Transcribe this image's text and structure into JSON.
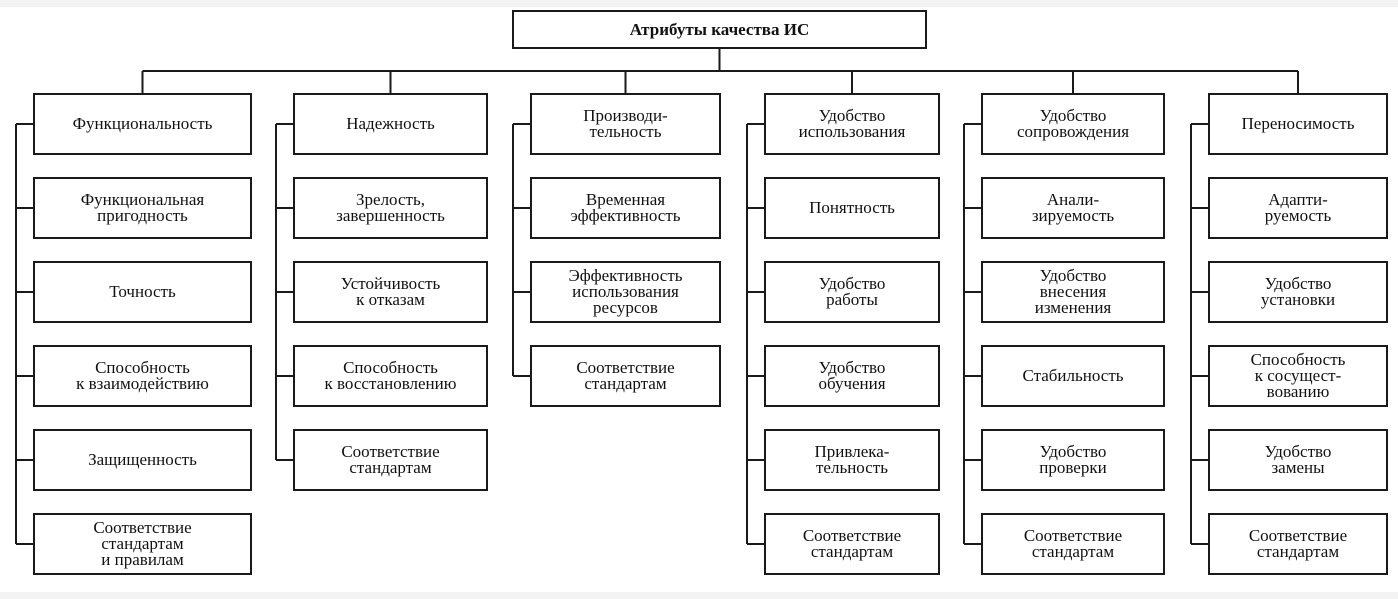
{
  "diagram": {
    "root": "Атрибуты качества ИС",
    "columns": [
      {
        "title": "Функциональность",
        "items": [
          "Функциональная\nпригодность",
          "Точность",
          "Способность\nк взаимодействию",
          "Защищенность",
          "Соответствие\nстандартам\nи правилам"
        ]
      },
      {
        "title": "Надежность",
        "items": [
          "Зрелость,\nзавершенность",
          "Устойчивость\nк отказам",
          "Способность\nк восстановлению",
          "Соответствие\nстандартам"
        ]
      },
      {
        "title": "Производи-\nтельность",
        "items": [
          "Временная\nэффективность",
          "Эффективность\nиспользования\nресурсов",
          "Соответствие\nстандартам"
        ]
      },
      {
        "title": "Удобство\nиспользования",
        "items": [
          "Понятность",
          "Удобство\nработы",
          "Удобство\nобучения",
          "Привлека-\nтельность",
          "Соответствие\nстандартам"
        ]
      },
      {
        "title": "Удобство\nсопровождения",
        "items": [
          "Анали-\nзируемость",
          "Удобство\nвнесения\nизменения",
          "Стабильность",
          "Удобство\nпроверки",
          "Соответствие\nстандартам"
        ]
      },
      {
        "title": "Переносимость",
        "items": [
          "Адапти-\nруемость",
          "Удобство\nустановки",
          "Способность\nк сосущест-\nвованию",
          "Удобство\nзамены",
          "Соответствие\nстандартам"
        ]
      }
    ]
  }
}
